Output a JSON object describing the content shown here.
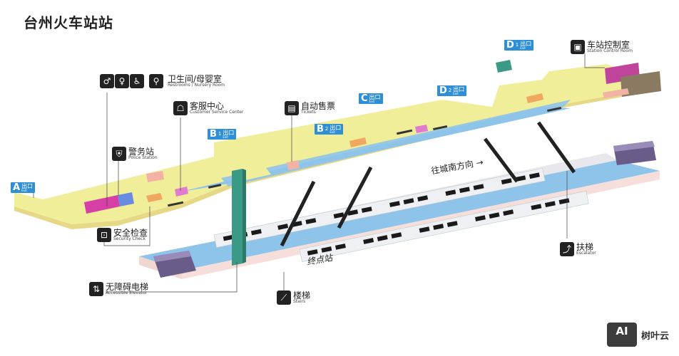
{
  "title": "台州火车站站",
  "exits": {
    "a": {
      "letter": "A",
      "sub": "",
      "zh": "出口",
      "en": "Exit"
    },
    "b1": {
      "letter": "B",
      "sub": "1",
      "zh": "出口",
      "en": "Exit"
    },
    "b2": {
      "letter": "B",
      "sub": "2",
      "zh": "出口",
      "en": "Exit"
    },
    "c": {
      "letter": "C",
      "sub": "",
      "zh": "出口",
      "en": "Exit"
    },
    "d1": {
      "letter": "D",
      "sub": "1",
      "zh": "出口",
      "en": "Exit"
    },
    "d2": {
      "letter": "D",
      "sub": "2",
      "zh": "出口",
      "en": "Exit"
    }
  },
  "facilities": {
    "restrooms": {
      "zh": "卫生间/母婴室",
      "en": "Restrooms / Nursery Room",
      "icons": [
        "man-icon",
        "woman-icon",
        "accessible-toilet-icon",
        "nursery-icon"
      ]
    },
    "customer_service": {
      "zh": "客服中心",
      "en": "Customer Service Center",
      "icon": "service-desk-icon"
    },
    "tickets": {
      "zh": "自动售票",
      "en": "Tickets",
      "icon": "ticket-machine-icon"
    },
    "control_room": {
      "zh": "车站控制室",
      "en": "Station Control Room",
      "icon": "control-room-icon"
    },
    "police": {
      "zh": "警务站",
      "en": "Police Station",
      "icon": "police-icon"
    },
    "security": {
      "zh": "安全检查",
      "en": "Security Check",
      "icon": "security-check-icon"
    },
    "elevator": {
      "zh": "无障碍电梯",
      "en": "Accessible Elevator",
      "icon": "elevator-icon"
    },
    "stairs": {
      "zh": "楼梯",
      "en": "Stairs",
      "icon": "stairs-icon"
    },
    "escalator": {
      "zh": "扶梯",
      "en": "Escalator",
      "icon": "escalator-icon"
    }
  },
  "direction": "往城南方向 →",
  "terminus": "终点站",
  "logo": {
    "mark": "AI",
    "text": "树叶云"
  },
  "colors": {
    "concourse": "#f1ee9a",
    "platform": "#8fc4ea",
    "exit_badge": "#2f8fd6",
    "ticket_gate": "#f0a860",
    "magenta": "#d63fa6",
    "dark_block": "#6a5c88",
    "elevator": "#3b9a86"
  }
}
